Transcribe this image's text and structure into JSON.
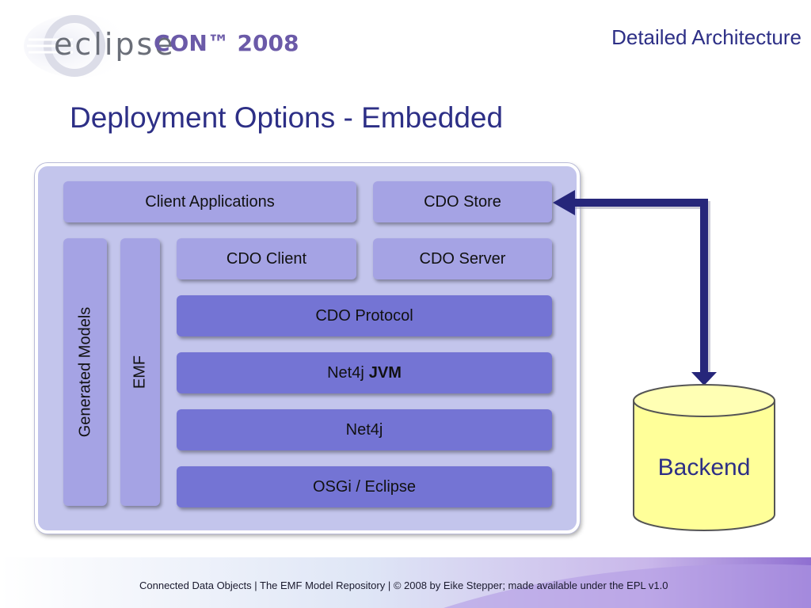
{
  "header": {
    "logo_main": "eclipse",
    "logo_con": "CON™ 2008",
    "section": "Detailed Architecture"
  },
  "title": "Deployment Options - Embedded",
  "diagram": {
    "client_applications": "Client Applications",
    "cdo_store": "CDO Store",
    "generated_models": "Generated Models",
    "emf": "EMF",
    "cdo_client": "CDO Client",
    "cdo_server": "CDO Server",
    "cdo_protocol": "CDO Protocol",
    "net4j_jvm_prefix": "Net4j",
    "net4j_jvm_suffix": "JVM",
    "net4j": "Net4j",
    "osgi": "OSGi / Eclipse",
    "backend": "Backend",
    "colors": {
      "panel": "#c3c5ec",
      "light_box": "#a5a3e4",
      "dark_box": "#7474d4",
      "arrow": "#26267a",
      "backend_fill": "#ffff99"
    }
  },
  "footer": {
    "text": "Connected Data Objects  |  The EMF Model Repository  |  © 2008 by Eike Stepper; made available under the EPL v1.0"
  }
}
